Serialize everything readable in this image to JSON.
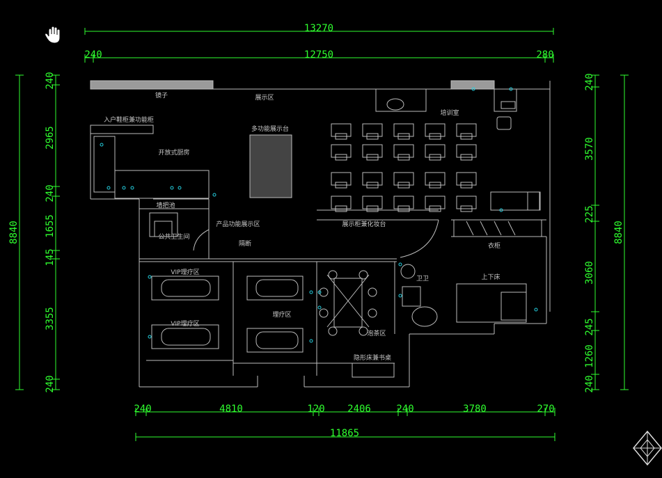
{
  "canvas": {
    "background": "#000000",
    "dimension_color": "#2fff2f",
    "wall_color": "#bdbdbd",
    "symbol_color": "#25d0e0"
  },
  "icons": {
    "pan": "hand-pan-icon",
    "viewcube": "navigation-cube-icon"
  },
  "dimensions": {
    "top_overall": "13270",
    "top_left": "240",
    "top_middle": "12750",
    "top_right": "280",
    "left_overall": "8840",
    "left_segments": [
      "240",
      "2965",
      "240",
      "1655",
      "145",
      "3355",
      "240"
    ],
    "right_overall": "8840",
    "right_segments": [
      "240",
      "3570",
      "225",
      "3060",
      "245",
      "1260",
      "240"
    ],
    "bottom_segments": [
      "240",
      "4810",
      "120",
      "2406",
      "240",
      "3780",
      "270"
    ],
    "bottom_overall": "11865"
  },
  "rooms": {
    "mirror": "镜子",
    "display_area": "展示区",
    "training_room": "培训室",
    "entry_cabinet": "入户鞋柜兼功能柜",
    "open_kitchen": "开放式厨房",
    "multi_display": "多功能展示台",
    "mop_pool": "墙把池",
    "product_display": "产品功能展示区",
    "public_wc": "公共卫生间",
    "partition": "隔断",
    "display_cabinet": "展示柜兼化妆台",
    "wardrobe": "衣柜",
    "vip_upper": "VIP理疗区",
    "vip_lower": "VIP理疗区",
    "therapy": "理疗区",
    "tea_area": "泡茶区",
    "bathroom": "卫卫",
    "bunk_bed": "上下床",
    "hidden_bed": "隐形床兼书桌"
  }
}
